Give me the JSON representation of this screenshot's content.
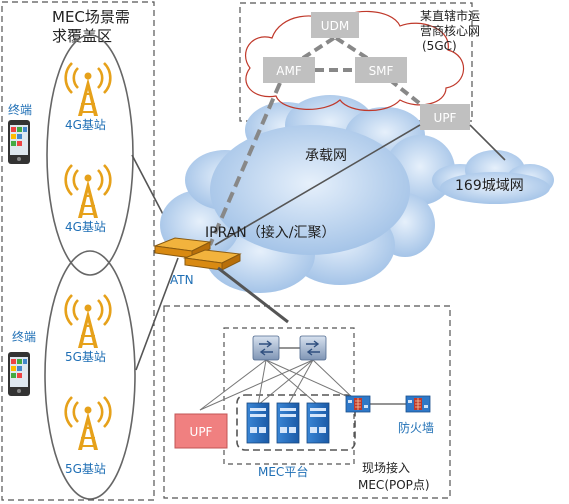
{
  "coverage_title_line1": "MEC场景需",
  "coverage_title_line2": "求覆盖区",
  "terminal_label": "终端",
  "terminal_label_2": "终端",
  "stations": {
    "s1": "4G基站",
    "s2": "4G基站",
    "s3": "5G基站",
    "s4": "5G基站"
  },
  "core": {
    "title_line1": "某直辖市运",
    "title_line2": "营商核心网",
    "title_line3": "(5GC)",
    "udm": "UDM",
    "amf": "AMF",
    "smf": "SMF",
    "upf": "UPF"
  },
  "bearer_label": "承载网",
  "metro_label": "169城域网",
  "ipran_label": "IPRAN（接入/汇聚）",
  "atn_label": "ATN",
  "site": {
    "upf": "UPF",
    "mec_platform": "MEC平台",
    "firewall": "防火墙",
    "onsite_line1": "现场接入",
    "onsite_line2": "MEC(POP点)"
  },
  "colors": {
    "gray_box": "#c0c0c0",
    "upf_red": "#f08080",
    "cloud_blue": "#aeccee",
    "tower_gold": "#e6a11a",
    "label_blue": "#1f6fb5"
  }
}
